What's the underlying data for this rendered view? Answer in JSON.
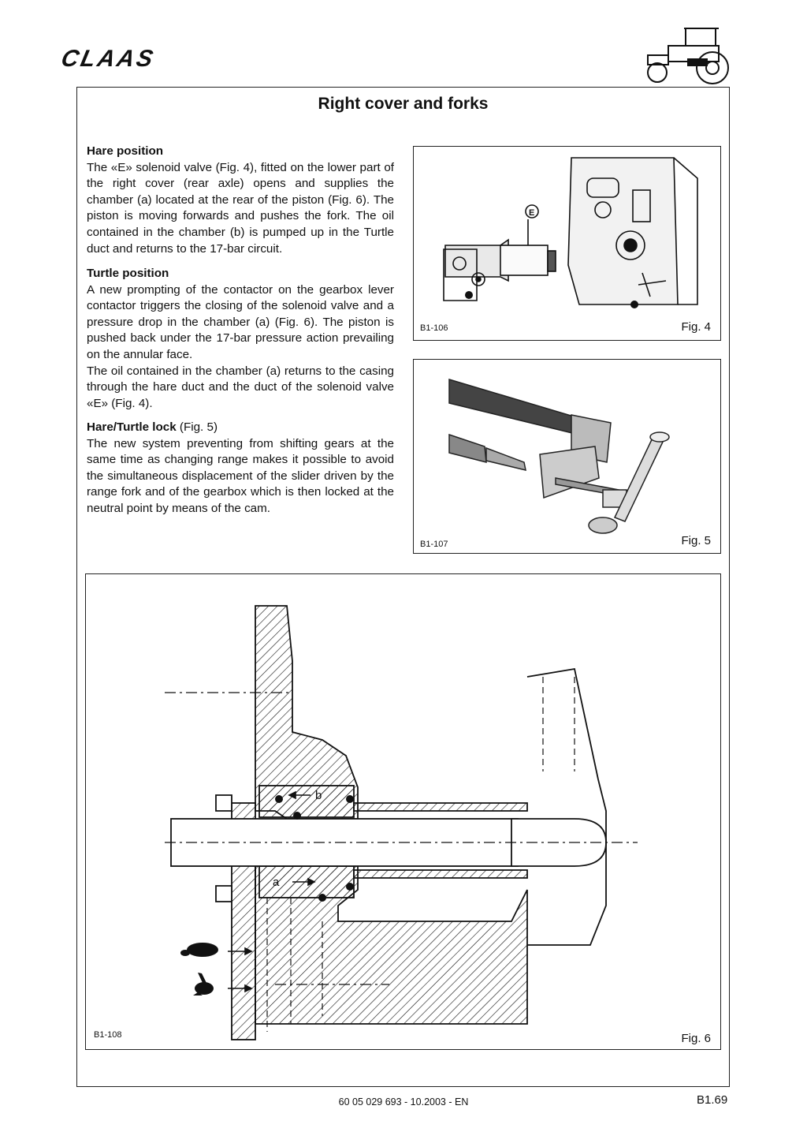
{
  "header": {
    "logo": "CLAAS"
  },
  "title": "Right cover and forks",
  "sections": {
    "hare": {
      "heading": "Hare position",
      "text": "The «E» solenoid valve (Fig. 4), fitted on the lower part of the right cover (rear axle) opens and supplies the chamber (a) located at the rear of the piston (Fig. 6). The piston is moving forwards and pushes the fork. The oil contained in the chamber (b) is pumped up in the Turtle duct and returns to the 17-bar circuit."
    },
    "turtle": {
      "heading": "Turtle position",
      "text1": "A new prompting of the contactor on the gearbox lever contactor triggers the closing of the solenoid valve and a pressure drop in the chamber (a) (Fig. 6). The piston is pushed back under the 17-bar pressure action prevailing on the annular face.",
      "text2": "The oil contained in the chamber (a) returns to the casing through the hare duct and the duct of the solenoid valve «E» (Fig. 4)."
    },
    "lock": {
      "heading": "Hare/Turtle lock",
      "heading_ref": "(Fig. 5)",
      "text": "The new system preventing from shifting gears at the same time as changing range makes it possible to avoid the simultaneous displacement of the slider driven by the range fork and of the gearbox which is then locked at the neutral point by means of the cam."
    }
  },
  "figures": {
    "fig4": {
      "code": "B1-106",
      "label": "Fig. 4",
      "callout": "E"
    },
    "fig5": {
      "code": "B1-107",
      "label": "Fig. 5"
    },
    "fig6": {
      "code": "B1-108",
      "label": "Fig. 6",
      "label_a": "a",
      "label_b": "b"
    }
  },
  "footer": {
    "doc": "60 05 029 693 - 10.2003 - EN",
    "page": "B1.69"
  }
}
